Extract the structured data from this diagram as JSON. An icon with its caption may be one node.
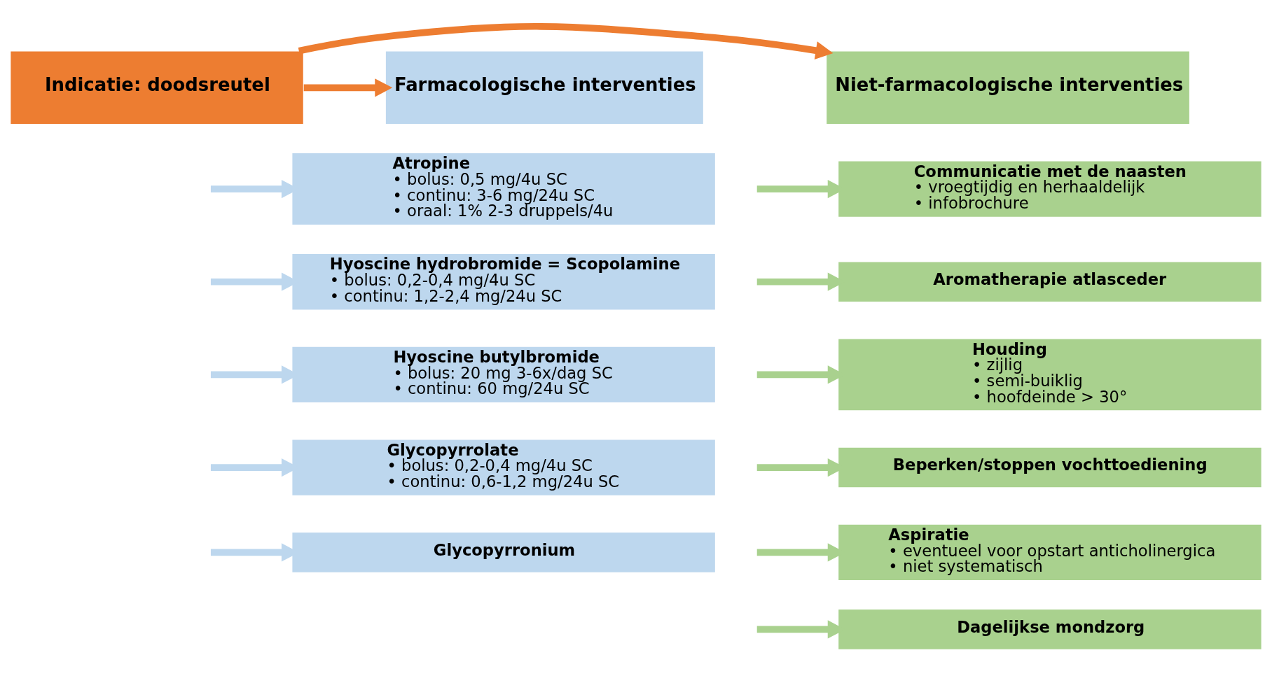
{
  "diagram": {
    "nodes": [
      {
        "text": [
          "Niet-farmacologische interventies"
        ]
      },
      {
        "text": [
          "Indicatie: doodsreutel"
        ]
      },
      {
        "text": [
          "Farmacologische interventies"
        ]
      },
      {
        "text": [
          "Communicatie met de naasten",
          "• vroegtijdig en herhaaldelijk",
          "• infobrochure"
        ]
      },
      {
        "text": [
          "Aromatherapie atlasceder"
        ]
      },
      {
        "text": [
          "Houding",
          "• zijlig",
          "• semi-buiklig",
          "• hoofdeinde > 30°"
        ]
      },
      {
        "text": [
          "Beperken/stoppen vochttoediening"
        ]
      },
      {
        "text": [
          "Aspiratie",
          "• eventueel voor opstart anticholinergica",
          "• niet systematisch"
        ]
      },
      {
        "text": [
          "Dagelijkse mondzorg"
        ]
      },
      {
        "text": [
          "Atropine",
          "• bolus: 0,5 mg/4u SC",
          "• continu: 3-6 mg/24u SC",
          "• oraal: 1% 2-3 druppels/4u"
        ]
      },
      {
        "text": [
          "Hyoscine hydrobromide = Scopolamine",
          "• bolus: 0,2-0,4 mg/4u SC",
          "• continu: 1,2-2,4 mg/24u SC"
        ]
      },
      {
        "text": [
          "Hyoscine butylbromide",
          "• bolus: 20 mg 3-6x/dag SC",
          "• continu: 60 mg/24u SC"
        ]
      },
      {
        "text": [
          "Glycopyrrolate",
          "• bolus: 0,2-0,4 mg/4u SC",
          "• continu: 0,6-1,2 mg/24u SC"
        ]
      },
      {
        "text": [
          "Glycopyrronium"
        ]
      }
    ],
    "edges": [
      {
        "from": 1,
        "to": 0,
        "arrow": "to",
        "color": "#ed7d31"
      },
      {
        "from": 1,
        "to": 2,
        "arrow": "to",
        "color": "#ed7d31"
      },
      {
        "from": null,
        "to": 3,
        "arrow": "to"
      },
      {
        "from": null,
        "to": 4,
        "arrow": "to"
      },
      {
        "from": null,
        "to": 5,
        "arrow": "to"
      },
      {
        "from": null,
        "to": 6,
        "arrow": "to"
      },
      {
        "from": null,
        "to": 7,
        "arrow": "to"
      },
      {
        "from": null,
        "to": 8,
        "arrow": "to"
      },
      {
        "from": null,
        "to": 9,
        "arrow": "to",
        "color": "#bdd7ee"
      },
      {
        "from": null,
        "to": 10,
        "arrow": "to",
        "color": "#bdd7ee"
      },
      {
        "from": null,
        "to": 11,
        "arrow": "to",
        "color": "#bdd7ee"
      },
      {
        "from": null,
        "to": 12,
        "arrow": "to",
        "color": "#bdd7ee"
      },
      {
        "from": null,
        "to": 13,
        "arrow": "to",
        "color": "#bdd7ee"
      }
    ]
  }
}
